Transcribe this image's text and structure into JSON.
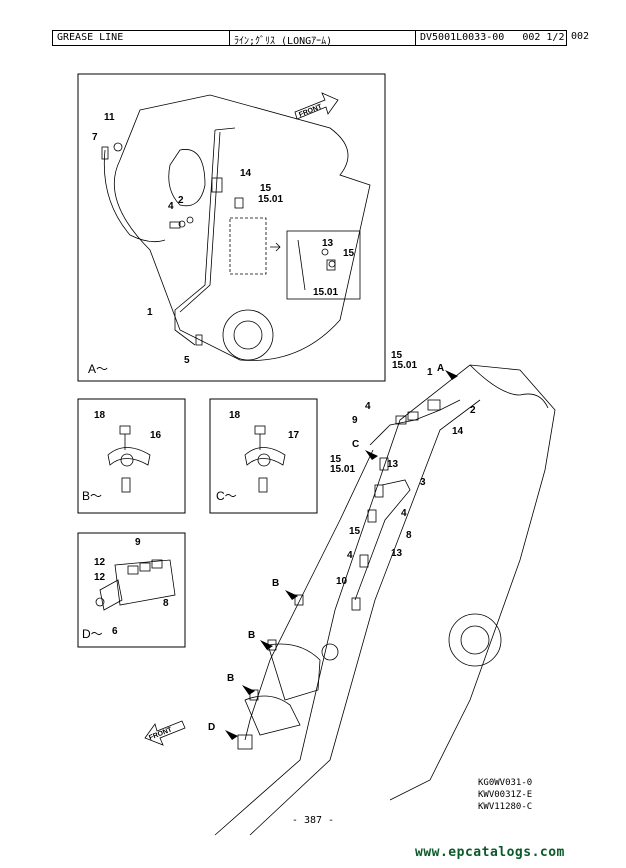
{
  "header": {
    "title": "GREASE LINE",
    "subtitle": "ﾗｲﾝ;ｸﾞﾘｽ (LONGｱｰﾑ)",
    "doc_no": "DV5001L0033-00",
    "page_ref": "002  1/2",
    "section": "002"
  },
  "views": {
    "a": "A～",
    "b": "B～",
    "c": "C～",
    "d": "D～"
  },
  "front_label": "FRONT",
  "callouts": {
    "a": [
      "11",
      "7",
      "2",
      "4",
      "1",
      "5",
      "14",
      "15",
      "15.01",
      "13",
      "15",
      "15.01"
    ],
    "b": [
      "18",
      "16"
    ],
    "c": [
      "18",
      "17"
    ],
    "d": [
      "9",
      "12",
      "12",
      "8",
      "6"
    ],
    "main": [
      "15",
      "15.01",
      "1",
      "A",
      "2",
      "4",
      "9",
      "C",
      "14",
      "15",
      "15.01",
      "13",
      "3",
      "4",
      "8",
      "15",
      "4",
      "13",
      "10",
      "B",
      "B",
      "B",
      "D"
    ]
  },
  "codes": [
    "KG0WV031-0",
    "KWV0031Z-E",
    "KWV11280-C"
  ],
  "page_number": "- 387 -",
  "watermark": "www.epcatalogs.com",
  "colors": {
    "ink": "#000000",
    "watermark": "#0a5a2a"
  }
}
